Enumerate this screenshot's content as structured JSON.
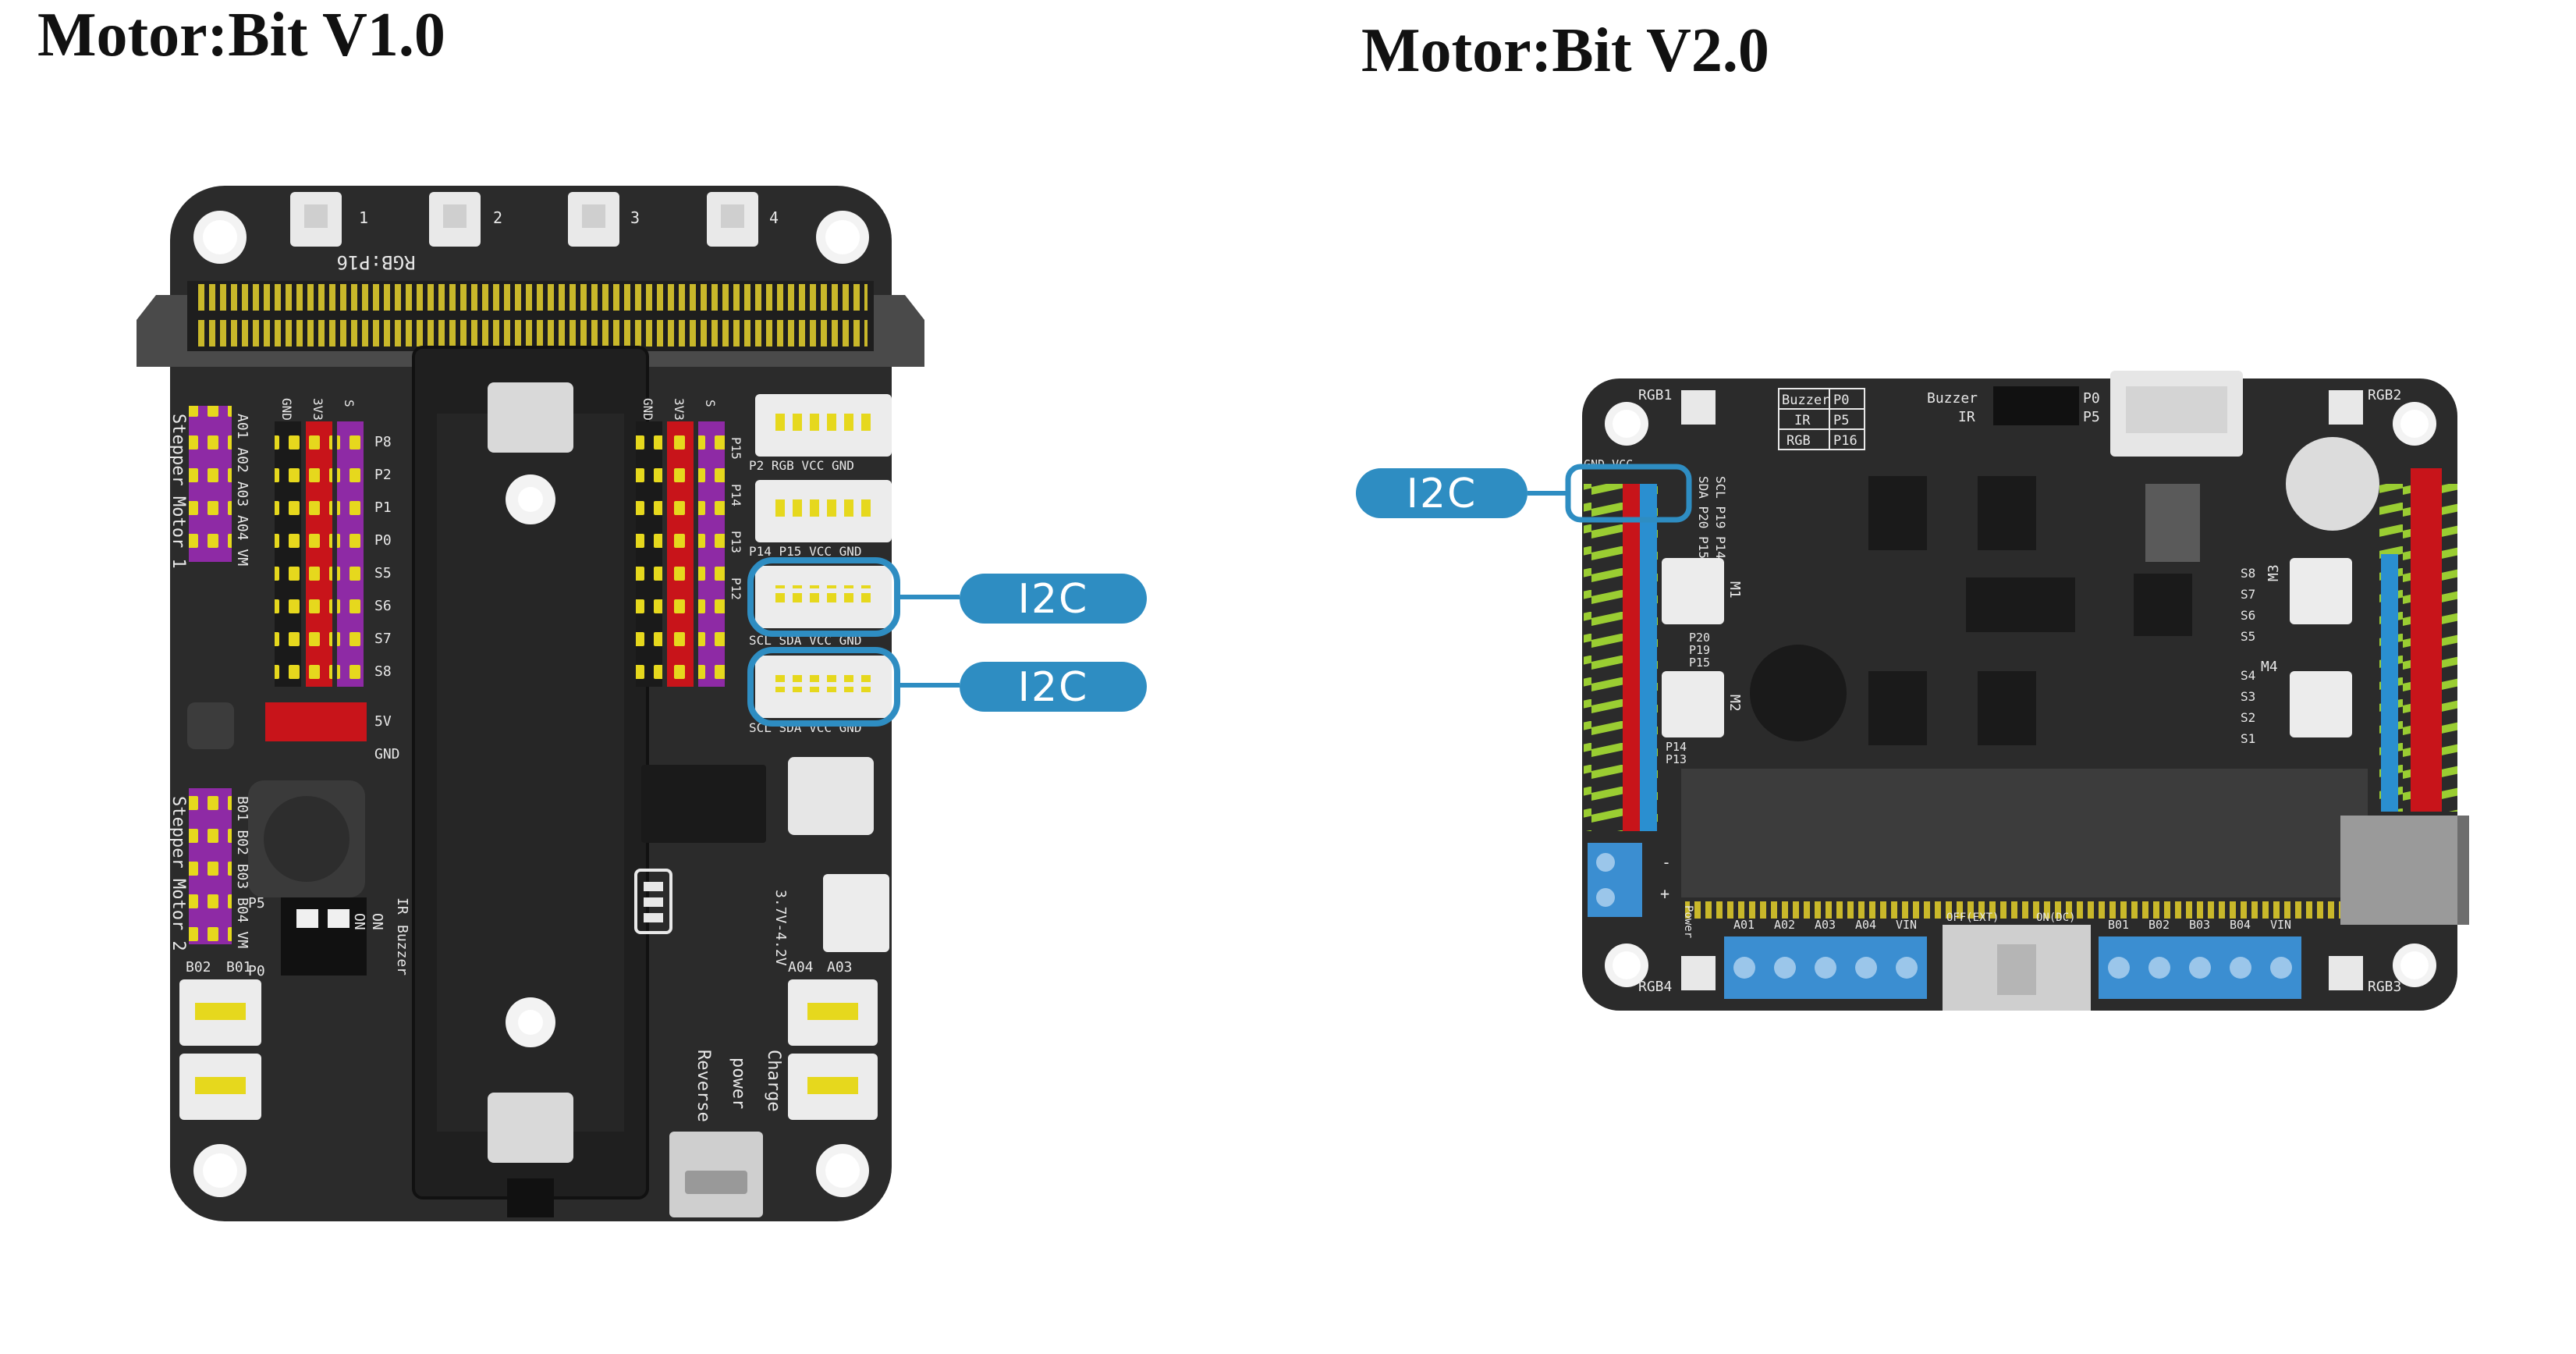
{
  "titles": {
    "v1": "Motor:Bit V1.0",
    "v2": "Motor:Bit V2.0"
  },
  "callouts": {
    "v1_top": "I2C",
    "v1_bottom": "I2C",
    "v2": "I2C"
  },
  "colors": {
    "callout": "#2e8dc2",
    "pcb": "#2b2b2b",
    "header_red": "#c8141a",
    "header_purple": "#8e2aa5",
    "header_blue": "#2a8fd0",
    "pin_yellow": "#e6d81d",
    "connector_white": "#ececec",
    "terminal_blue": "#3b8ed1"
  },
  "v1_silk": {
    "rgb": "RGB:P16",
    "led_numbers": [
      "1",
      "2",
      "3",
      "4"
    ],
    "stepper1": "Stepper Motor 1",
    "stepper2": "Stepper Motor 2",
    "a_pins": "A01 A02 A03 A04 VM",
    "b_pins": "B01 B02 B03 B04 VM",
    "header_cols": [
      "GND",
      "3V3",
      "S"
    ],
    "left_pins": [
      "P8",
      "P2",
      "P1",
      "P0",
      "S5",
      "S6",
      "S7",
      "S8"
    ],
    "left_pins_lower": [
      "5V",
      "GND"
    ],
    "right_header_cols": [
      "GND",
      "3V3",
      "S"
    ],
    "right_pins": [
      "P15",
      "P14",
      "P13",
      "P12"
    ],
    "conn_labels": [
      "P2 RGB VCC GND",
      "P14 P15 VCC GND",
      "SCL SDA VCC GND",
      "SCL SDA VCC GND"
    ],
    "switch": [
      "P5",
      "P0",
      "ON",
      "ON",
      "IR",
      "Buzzer"
    ],
    "battery": "3.7V-4.2V",
    "bottom_left": [
      "B02",
      "B01"
    ],
    "bottom_right": [
      "A04",
      "A03"
    ],
    "leds": [
      "Charge",
      "power",
      "Reverse"
    ]
  },
  "v2_silk": {
    "rgb": [
      "RGB1",
      "RGB2",
      "RGB3",
      "RGB4"
    ],
    "table": [
      [
        "Buzzer",
        "P0"
      ],
      [
        "IR",
        "P5"
      ],
      [
        "RGB",
        "P16"
      ]
    ],
    "buzzer_ir": [
      "Buzzer",
      "IR",
      "P0",
      "P5"
    ],
    "i2c_label": "GND VCC",
    "scl_sda": [
      "SCL P19 P14",
      "SDA P20 P15"
    ],
    "motors": [
      "M1",
      "M2",
      "M3",
      "M4"
    ],
    "p_pins": [
      "P20",
      "P19",
      "P15",
      "P14",
      "P13"
    ],
    "servo": [
      "S8",
      "S7",
      "S6",
      "S5",
      "S4",
      "S3",
      "S2",
      "S1"
    ],
    "terminals_left": [
      "A01",
      "A02",
      "A03",
      "A04",
      "VIN"
    ],
    "terminals_right": [
      "B01",
      "B02",
      "B03",
      "B04",
      "VIN"
    ],
    "switch": [
      "OFF(EXT)",
      "ON(DC)"
    ],
    "dc": "DC",
    "power": "Power",
    "polarity": [
      "-",
      "+"
    ]
  }
}
